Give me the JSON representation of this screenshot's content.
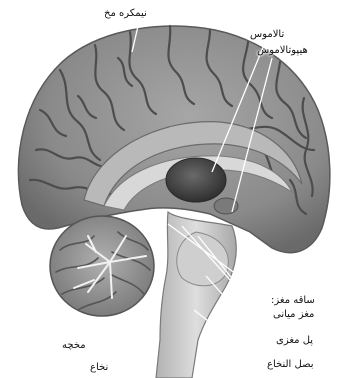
{
  "labels": {
    "cerebral_hemisphere": "نیمکره مخ",
    "thalamus": "تالاموس",
    "hypothalamus": "هیپوتالاموس",
    "brainstem": "ساقه مغز:",
    "midbrain": "مغز میانی",
    "pons": "پل مغزی",
    "medulla": "بصل النخاع",
    "cerebellum": "مخچه",
    "spinal_cord": "نخاع"
  },
  "colors": {
    "cortex_base": "#8c8c8c",
    "cortex_dark": "#4f4f4f",
    "cortex_light": "#b8b8b8",
    "cerebellum": "#9a9a9a",
    "stem": "#c4c4c4",
    "thalamus": "#3f3f3f",
    "leader_line": "#ffffff"
  }
}
